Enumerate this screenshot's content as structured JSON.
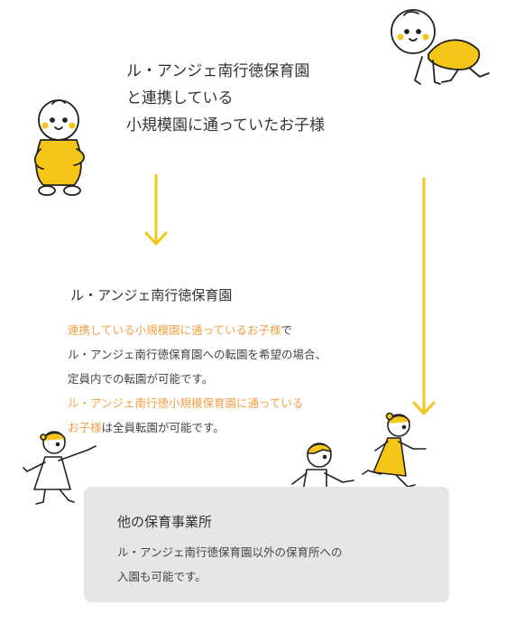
{
  "top_heading": {
    "line1": "ル・アンジェ南行徳保育園",
    "line2": "と連携している",
    "line3": "小規模園に通っていたお子様"
  },
  "middle": {
    "title": "ル・アンジェ南行徳保育園",
    "para1_highlight": "連携している小規模園に通っているお子様",
    "para1_rest": "で",
    "line2": "ル・アンジェ南行徳保育園への転園を希望の場合、",
    "line3": "定員内での転園が可能です。",
    "line4_highlight": "ル・アンジェ南行徳小規模保育園に通っている",
    "line5_highlight": "お子様",
    "line5_rest": "は全員転園が可能です。"
  },
  "other": {
    "title": "他の保育事業所",
    "line1": "ル・アンジェ南行徳保育園以外の保育所への",
    "line2": "入園も可能です。"
  },
  "colors": {
    "accent_yellow": "#f5c518",
    "highlight_orange": "#f29f45",
    "box_gray": "#e6e6e6",
    "text": "#333333"
  },
  "icons": {
    "crawling_baby": "crawling-baby-illustration",
    "sitting_baby": "sitting-baby-illustration",
    "arrow_down": "arrow-down-icon",
    "pointing_girl": "pointing-girl-illustration",
    "running_boy": "running-boy-illustration",
    "running_girl": "running-girl-illustration"
  }
}
